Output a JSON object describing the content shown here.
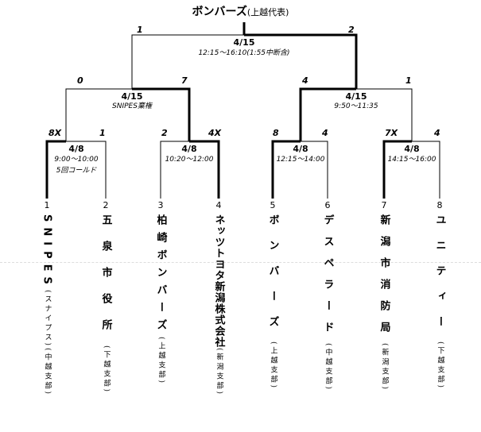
{
  "header": {
    "title": "ボンバーズ",
    "subtitle": "(上越代表)"
  },
  "final": {
    "left_score": "1",
    "right_score": "2",
    "date": "4/15",
    "time": "12:15～16:10(1:55中断含)"
  },
  "semis": [
    {
      "left_score": "0",
      "right_score": "7",
      "date": "4/15",
      "note": "SNIPES棄権"
    },
    {
      "left_score": "4",
      "right_score": "1",
      "date": "4/15",
      "time": "9:50～11:35"
    }
  ],
  "quarters": [
    {
      "left_score": "8X",
      "right_score": "1",
      "date": "4/8",
      "time": "9:00～10:00",
      "note": "5回コールド"
    },
    {
      "left_score": "2",
      "right_score": "4X",
      "date": "4/8",
      "time": "10:20～12:00"
    },
    {
      "left_score": "8",
      "right_score": "4",
      "date": "4/8",
      "time": "12:15～14:00"
    },
    {
      "left_score": "7X",
      "right_score": "4",
      "date": "4/8",
      "time": "14:15～16:00"
    }
  ],
  "teams": [
    {
      "num": "1",
      "name": "SNIPES",
      "branch": "(スナイプス)(中越支部)"
    },
    {
      "num": "2",
      "name": "五泉市役所",
      "branch": "(下越支部)"
    },
    {
      "num": "3",
      "name": "柏崎ボンバーズ",
      "branch": "(上越支部)"
    },
    {
      "num": "4",
      "name": "ネッツトヨタ新潟株式会社",
      "branch": "(新潟支部)"
    },
    {
      "num": "5",
      "name": "ボンバーズ",
      "branch": "(上越支部)"
    },
    {
      "num": "6",
      "name": "デスペラード",
      "branch": "(中越支部)"
    },
    {
      "num": "7",
      "name": "新潟市消防局",
      "branch": "(新潟支部)"
    },
    {
      "num": "8",
      "name": "ユニティー",
      "branch": "(下越支部)"
    }
  ]
}
